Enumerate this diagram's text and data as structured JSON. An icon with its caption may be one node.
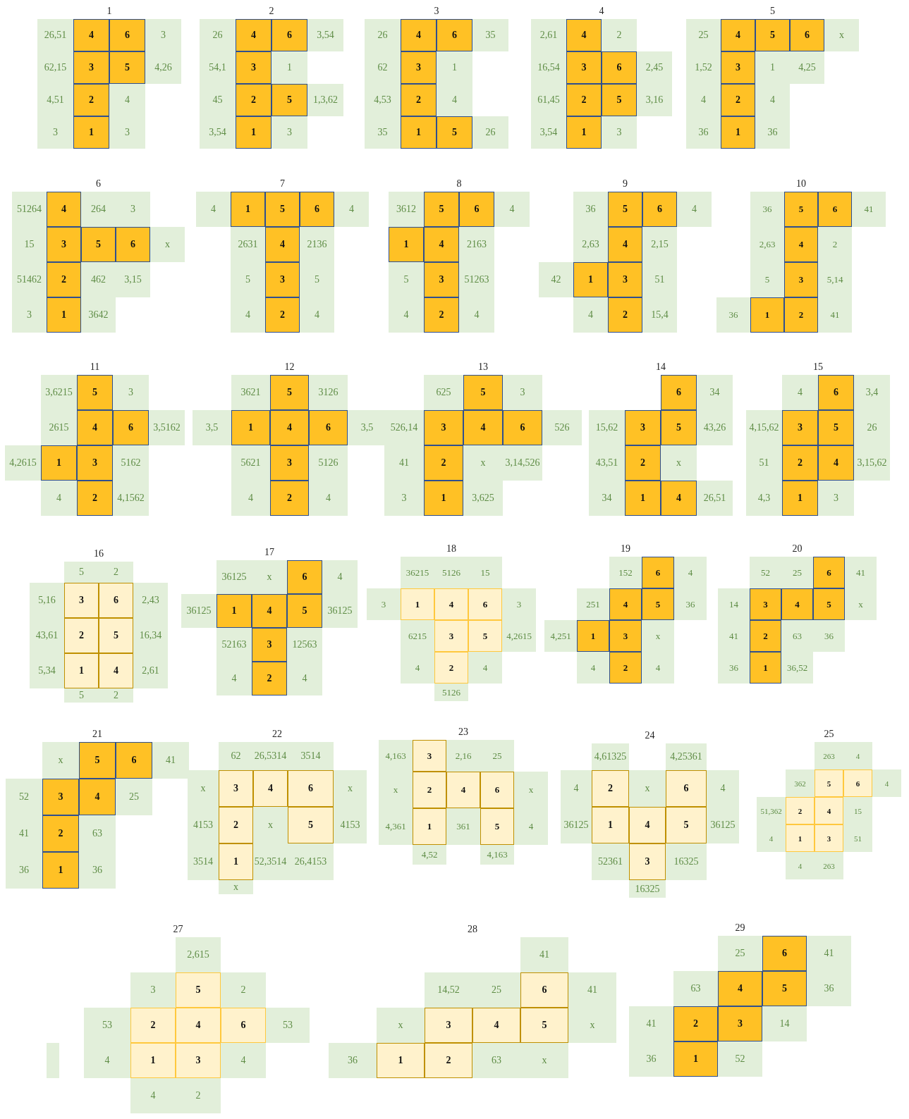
{
  "diagram": {
    "nodes": [
      {
        "text": [
          "26,51"
        ]
      },
      {
        "text": [
          "4"
        ]
      },
      {
        "text": [
          "6"
        ]
      },
      {
        "text": [
          "3"
        ]
      },
      {
        "text": [
          "62,15"
        ]
      },
      {
        "text": [
          "3"
        ]
      },
      {
        "text": [
          "5"
        ]
      },
      {
        "text": [
          "4,26"
        ]
      },
      {
        "text": [
          "4,51"
        ]
      },
      {
        "text": [
          "2"
        ]
      },
      {
        "text": [
          "4"
        ]
      },
      {
        "text": [
          "3"
        ]
      },
      {
        "text": [
          "1"
        ]
      },
      {
        "text": [
          "3"
        ]
      },
      {
        "text": [
          "26"
        ]
      },
      {
        "text": [
          "4"
        ]
      },
      {
        "text": [
          "6"
        ]
      },
      {
        "text": [
          "3,54"
        ]
      },
      {
        "text": [
          "54,1"
        ]
      },
      {
        "text": [
          "3"
        ]
      },
      {
        "text": [
          "1"
        ]
      },
      {
        "text": [
          "45"
        ]
      },
      {
        "text": [
          "2"
        ]
      },
      {
        "text": [
          "5"
        ]
      },
      {
        "text": [
          "1,3,62"
        ]
      },
      {
        "text": [
          "3,54"
        ]
      },
      {
        "text": [
          "1"
        ]
      },
      {
        "text": [
          "3"
        ]
      },
      {
        "text": [
          "26"
        ]
      },
      {
        "text": [
          "4"
        ]
      },
      {
        "text": [
          "6"
        ]
      },
      {
        "text": [
          "35"
        ]
      },
      {
        "text": [
          "62"
        ]
      },
      {
        "text": [
          "3"
        ]
      },
      {
        "text": [
          "1"
        ]
      },
      {
        "text": [
          "4,53"
        ]
      },
      {
        "text": [
          "2"
        ]
      },
      {
        "text": [
          "4"
        ]
      },
      {
        "text": [
          "35"
        ]
      },
      {
        "text": [
          "1"
        ]
      },
      {
        "text": [
          "5"
        ]
      },
      {
        "text": [
          "26"
        ]
      },
      {
        "text": [
          "2,61"
        ]
      },
      {
        "text": [
          "4"
        ]
      },
      {
        "text": [
          "2"
        ]
      },
      {
        "text": [
          "16,54"
        ]
      },
      {
        "text": [
          "3"
        ]
      },
      {
        "text": [
          "6"
        ]
      },
      {
        "text": [
          "2,45"
        ]
      },
      {
        "text": [
          "61,45"
        ]
      },
      {
        "text": [
          "2"
        ]
      },
      {
        "text": [
          "5"
        ]
      },
      {
        "text": [
          "3,16"
        ]
      },
      {
        "text": [
          "3,54"
        ]
      },
      {
        "text": [
          "1"
        ]
      },
      {
        "text": [
          "3"
        ]
      },
      {
        "text": [
          "25"
        ]
      },
      {
        "text": [
          "4"
        ]
      },
      {
        "text": [
          "5"
        ]
      },
      {
        "text": [
          "6"
        ]
      },
      {
        "text": [
          "x"
        ]
      },
      {
        "text": [
          "1,52"
        ]
      },
      {
        "text": [
          "3"
        ]
      },
      {
        "text": [
          "1"
        ]
      },
      {
        "text": [
          "4,25"
        ]
      },
      {
        "text": [
          "4"
        ]
      },
      {
        "text": [
          "2"
        ]
      },
      {
        "text": [
          "4"
        ]
      },
      {
        "text": [
          "36"
        ]
      },
      {
        "text": [
          "1"
        ]
      },
      {
        "text": [
          "36"
        ]
      },
      {
        "text": [
          "51264"
        ]
      },
      {
        "text": [
          "4"
        ]
      },
      {
        "text": [
          "264"
        ]
      },
      {
        "text": [
          "3"
        ]
      },
      {
        "text": [
          "15"
        ]
      },
      {
        "text": [
          "3"
        ]
      },
      {
        "text": [
          "5"
        ]
      },
      {
        "text": [
          "6"
        ]
      },
      {
        "text": [
          "x"
        ]
      },
      {
        "text": [
          "51462"
        ]
      },
      {
        "text": [
          "2"
        ]
      },
      {
        "text": [
          "462"
        ]
      },
      {
        "text": [
          "3,15"
        ]
      },
      {
        "text": [
          "3"
        ]
      },
      {
        "text": [
          "1"
        ]
      },
      {
        "text": [
          "3642"
        ]
      },
      {
        "text": [
          "4"
        ]
      },
      {
        "text": [
          "1"
        ]
      },
      {
        "text": [
          "5"
        ]
      },
      {
        "text": [
          "6"
        ]
      },
      {
        "text": [
          "4"
        ]
      },
      {
        "text": [
          "2631"
        ]
      },
      {
        "text": [
          "4"
        ]
      },
      {
        "text": [
          "2136"
        ]
      },
      {
        "text": [
          "5"
        ]
      },
      {
        "text": [
          "3"
        ]
      },
      {
        "text": [
          "5"
        ]
      },
      {
        "text": [
          "4"
        ]
      },
      {
        "text": [
          "2"
        ]
      },
      {
        "text": [
          "4"
        ]
      },
      {
        "text": [
          "3612"
        ]
      },
      {
        "text": [
          "5"
        ]
      },
      {
        "text": [
          "6"
        ]
      },
      {
        "text": [
          "4"
        ]
      },
      {
        "text": [
          "1"
        ]
      },
      {
        "text": [
          "4"
        ]
      },
      {
        "text": [
          "2163"
        ]
      },
      {
        "text": [
          "5"
        ]
      },
      {
        "text": [
          "3"
        ]
      },
      {
        "text": [
          "51263"
        ]
      },
      {
        "text": [
          "4"
        ]
      },
      {
        "text": [
          "2"
        ]
      },
      {
        "text": [
          "4"
        ]
      },
      {
        "text": [
          "36"
        ]
      },
      {
        "text": [
          "5"
        ]
      },
      {
        "text": [
          "6"
        ]
      },
      {
        "text": [
          "4"
        ]
      },
      {
        "text": [
          "2,63"
        ]
      },
      {
        "text": [
          "4"
        ]
      },
      {
        "text": [
          "2,15"
        ]
      },
      {
        "text": [
          "42"
        ]
      },
      {
        "text": [
          "1"
        ]
      },
      {
        "text": [
          "3"
        ]
      },
      {
        "text": [
          "51"
        ]
      },
      {
        "text": [
          "4"
        ]
      },
      {
        "text": [
          "2"
        ]
      },
      {
        "text": [
          "15,4"
        ]
      },
      {
        "text": [
          "36"
        ]
      },
      {
        "text": [
          "5"
        ]
      },
      {
        "text": [
          "6"
        ]
      },
      {
        "text": [
          "41"
        ]
      },
      {
        "text": [
          "2,63"
        ]
      },
      {
        "text": [
          "4"
        ]
      },
      {
        "text": [
          "2"
        ]
      },
      {
        "text": [
          "5"
        ]
      },
      {
        "text": [
          "3"
        ]
      },
      {
        "text": [
          "5,14"
        ]
      },
      {
        "text": [
          "36"
        ]
      },
      {
        "text": [
          "1"
        ]
      },
      {
        "text": [
          "2"
        ]
      },
      {
        "text": [
          "41"
        ]
      },
      {
        "text": [
          "3,6215"
        ]
      },
      {
        "text": [
          "5"
        ]
      },
      {
        "text": [
          "3"
        ]
      },
      {
        "text": [
          "2615"
        ]
      },
      {
        "text": [
          "4"
        ]
      },
      {
        "text": [
          "6"
        ]
      },
      {
        "text": [
          "3,5162"
        ]
      },
      {
        "text": [
          "4,2615"
        ]
      },
      {
        "text": [
          "1"
        ]
      },
      {
        "text": [
          "3"
        ]
      },
      {
        "text": [
          "5162"
        ]
      },
      {
        "text": [
          "4"
        ]
      },
      {
        "text": [
          "2"
        ]
      },
      {
        "text": [
          "4,1562"
        ]
      },
      {
        "text": [
          "3621"
        ]
      },
      {
        "text": [
          "5"
        ]
      },
      {
        "text": [
          "3126"
        ]
      },
      {
        "text": [
          "3,5"
        ]
      },
      {
        "text": [
          "1"
        ]
      },
      {
        "text": [
          "4"
        ]
      },
      {
        "text": [
          "6"
        ]
      },
      {
        "text": [
          "3,5"
        ]
      },
      {
        "text": [
          "5621"
        ]
      },
      {
        "text": [
          "3"
        ]
      },
      {
        "text": [
          "5126"
        ]
      },
      {
        "text": [
          "4"
        ]
      },
      {
        "text": [
          "2"
        ]
      },
      {
        "text": [
          "4"
        ]
      },
      {
        "text": [
          "625"
        ]
      },
      {
        "text": [
          "5"
        ]
      },
      {
        "text": [
          "3"
        ]
      },
      {
        "text": [
          "526,14"
        ]
      },
      {
        "text": [
          "3"
        ]
      },
      {
        "text": [
          "4"
        ]
      },
      {
        "text": [
          "6"
        ]
      },
      {
        "text": [
          "526"
        ]
      },
      {
        "text": [
          "41"
        ]
      },
      {
        "text": [
          "2"
        ]
      },
      {
        "text": [
          "x"
        ]
      },
      {
        "text": [
          "3,14,526"
        ]
      },
      {
        "text": [
          "3"
        ]
      },
      {
        "text": [
          "1"
        ]
      },
      {
        "text": [
          "3,625"
        ]
      },
      {
        "text": [
          "6"
        ]
      },
      {
        "text": [
          "34"
        ]
      },
      {
        "text": [
          "15,62"
        ]
      },
      {
        "text": [
          "3"
        ]
      },
      {
        "text": [
          "5"
        ]
      },
      {
        "text": [
          "43,26"
        ]
      },
      {
        "text": [
          "43,51"
        ]
      },
      {
        "text": [
          "2"
        ]
      },
      {
        "text": [
          "x"
        ]
      },
      {
        "text": [
          "34"
        ]
      },
      {
        "text": [
          "1"
        ]
      },
      {
        "text": [
          "4"
        ]
      },
      {
        "text": [
          "26,51"
        ]
      },
      {
        "text": [
          "4"
        ]
      },
      {
        "text": [
          "6"
        ]
      },
      {
        "text": [
          "3,4"
        ]
      },
      {
        "text": [
          "4,15,62"
        ]
      },
      {
        "text": [
          "3"
        ]
      },
      {
        "text": [
          "5"
        ]
      },
      {
        "text": [
          "26"
        ]
      },
      {
        "text": [
          "51"
        ]
      },
      {
        "text": [
          "2"
        ]
      },
      {
        "text": [
          "4"
        ]
      },
      {
        "text": [
          "3,15,62"
        ]
      },
      {
        "text": [
          "4,3"
        ]
      },
      {
        "text": [
          "1"
        ]
      },
      {
        "text": [
          "3"
        ]
      },
      {
        "text": [
          "5"
        ]
      },
      {
        "text": [
          "2"
        ]
      },
      {
        "text": [
          "5,16"
        ]
      },
      {
        "text": [
          "3"
        ]
      },
      {
        "text": [
          "6"
        ]
      },
      {
        "text": [
          "2,43"
        ]
      },
      {
        "text": [
          "43,61"
        ]
      },
      {
        "text": [
          "2"
        ]
      },
      {
        "text": [
          "5"
        ]
      },
      {
        "text": [
          "16,34"
        ]
      },
      {
        "text": [
          "5,34"
        ]
      },
      {
        "text": [
          "1"
        ]
      },
      {
        "text": [
          "4"
        ]
      },
      {
        "text": [
          "2,61"
        ]
      },
      {
        "text": [
          "5"
        ]
      },
      {
        "text": [
          "2"
        ]
      },
      {
        "text": [
          "36125"
        ]
      },
      {
        "text": [
          "x"
        ]
      },
      {
        "text": [
          "6"
        ]
      },
      {
        "text": [
          "4"
        ]
      },
      {
        "text": [
          "36125"
        ]
      },
      {
        "text": [
          "1"
        ]
      },
      {
        "text": [
          "4"
        ]
      },
      {
        "text": [
          "5"
        ]
      },
      {
        "text": [
          "36125"
        ]
      },
      {
        "text": [
          "52163"
        ]
      },
      {
        "text": [
          "3"
        ]
      },
      {
        "text": [
          "12563"
        ]
      },
      {
        "text": [
          "4"
        ]
      },
      {
        "text": [
          "2"
        ]
      },
      {
        "text": [
          "4"
        ]
      },
      {
        "text": [
          "36215"
        ]
      },
      {
        "text": [
          "5126"
        ]
      },
      {
        "text": [
          "15"
        ]
      },
      {
        "text": [
          "3"
        ]
      },
      {
        "text": [
          "1"
        ]
      },
      {
        "text": [
          "4"
        ]
      },
      {
        "text": [
          "6"
        ]
      },
      {
        "text": [
          "3"
        ]
      },
      {
        "text": [
          "6215"
        ]
      },
      {
        "text": [
          "3"
        ]
      },
      {
        "text": [
          "5"
        ]
      },
      {
        "text": [
          "4,2615"
        ]
      },
      {
        "text": [
          "4"
        ]
      },
      {
        "text": [
          "2"
        ]
      },
      {
        "text": [
          "4"
        ]
      },
      {
        "text": [
          "5126"
        ]
      },
      {
        "text": [
          "152"
        ]
      },
      {
        "text": [
          "6"
        ]
      },
      {
        "text": [
          "4"
        ]
      },
      {
        "text": [
          "251"
        ]
      },
      {
        "text": [
          "4"
        ]
      },
      {
        "text": [
          "5"
        ]
      },
      {
        "text": [
          "36"
        ]
      },
      {
        "text": [
          "4,251"
        ]
      },
      {
        "text": [
          "1"
        ]
      },
      {
        "text": [
          "3"
        ]
      },
      {
        "text": [
          "x"
        ]
      },
      {
        "text": [
          "4"
        ]
      },
      {
        "text": [
          "2"
        ]
      },
      {
        "text": [
          "4"
        ]
      },
      {
        "text": [
          "52"
        ]
      },
      {
        "text": [
          "25"
        ]
      },
      {
        "text": [
          "6"
        ]
      },
      {
        "text": [
          "41"
        ]
      },
      {
        "text": [
          "14"
        ]
      },
      {
        "text": [
          "3"
        ]
      },
      {
        "text": [
          "4"
        ]
      },
      {
        "text": [
          "5"
        ]
      },
      {
        "text": [
          "x"
        ]
      },
      {
        "text": [
          "41"
        ]
      },
      {
        "text": [
          "2"
        ]
      },
      {
        "text": [
          "63"
        ]
      },
      {
        "text": [
          "36"
        ]
      },
      {
        "text": [
          "36"
        ]
      },
      {
        "text": [
          "1"
        ]
      },
      {
        "text": [
          "36,52"
        ]
      },
      {
        "text": [
          "x"
        ]
      },
      {
        "text": [
          "5"
        ]
      },
      {
        "text": [
          "6"
        ]
      },
      {
        "text": [
          "41"
        ]
      },
      {
        "text": [
          "52"
        ]
      },
      {
        "text": [
          "3"
        ]
      },
      {
        "text": [
          "4"
        ]
      },
      {
        "text": [
          "25"
        ]
      },
      {
        "text": [
          "41"
        ]
      },
      {
        "text": [
          "2"
        ]
      },
      {
        "text": [
          "63"
        ]
      },
      {
        "text": [
          "36"
        ]
      },
      {
        "text": [
          "1"
        ]
      },
      {
        "text": [
          "36"
        ]
      },
      {
        "text": [
          "62"
        ]
      },
      {
        "text": [
          "26,5314"
        ]
      },
      {
        "text": [
          "3514"
        ]
      },
      {
        "text": [
          "x"
        ]
      },
      {
        "text": [
          "3"
        ]
      },
      {
        "text": [
          "4"
        ]
      },
      {
        "text": [
          "6"
        ]
      },
      {
        "text": [
          "x"
        ]
      },
      {
        "text": [
          "4153"
        ]
      },
      {
        "text": [
          "2"
        ]
      },
      {
        "text": [
          "x"
        ]
      },
      {
        "text": [
          "5"
        ]
      },
      {
        "text": [
          "4153"
        ]
      },
      {
        "text": [
          "3514"
        ]
      },
      {
        "text": [
          "1"
        ]
      },
      {
        "text": [
          "52,3514"
        ]
      },
      {
        "text": [
          "26,4153"
        ]
      },
      {
        "text": [
          "x"
        ]
      },
      {
        "text": [
          "4,163"
        ]
      },
      {
        "text": [
          "3"
        ]
      },
      {
        "text": [
          "2,16"
        ]
      },
      {
        "text": [
          "25"
        ]
      },
      {
        "text": [
          "x"
        ]
      },
      {
        "text": [
          "2"
        ]
      },
      {
        "text": [
          "4"
        ]
      },
      {
        "text": [
          "6"
        ]
      },
      {
        "text": [
          "x"
        ]
      },
      {
        "text": [
          "4,361"
        ]
      },
      {
        "text": [
          "1"
        ]
      },
      {
        "text": [
          "361"
        ]
      },
      {
        "text": [
          "5"
        ]
      },
      {
        "text": [
          "4"
        ]
      },
      {
        "text": [
          "4,52"
        ]
      },
      {
        "text": [
          "4,163"
        ]
      },
      {
        "text": [
          "4,61325"
        ]
      },
      {
        "text": [
          "4,25361"
        ]
      },
      {
        "text": [
          "4"
        ]
      },
      {
        "text": [
          "2"
        ]
      },
      {
        "text": [
          "x"
        ]
      },
      {
        "text": [
          "6"
        ]
      },
      {
        "text": [
          "4"
        ]
      },
      {
        "text": [
          "36125"
        ]
      },
      {
        "text": [
          "1"
        ]
      },
      {
        "text": [
          "4"
        ]
      },
      {
        "text": [
          "5"
        ]
      },
      {
        "text": [
          "36125"
        ]
      },
      {
        "text": [
          "52361"
        ]
      },
      {
        "text": [
          "3"
        ]
      },
      {
        "text": [
          "16325"
        ]
      },
      {
        "text": [
          "16325"
        ]
      },
      {
        "text": [
          "263"
        ]
      },
      {
        "text": [
          "4"
        ]
      },
      {
        "text": [
          "362"
        ]
      },
      {
        "text": [
          "5"
        ]
      },
      {
        "text": [
          "6"
        ]
      },
      {
        "text": [
          "4"
        ]
      },
      {
        "text": [
          "51,362"
        ]
      },
      {
        "text": [
          "2"
        ]
      },
      {
        "text": [
          "4"
        ]
      },
      {
        "text": [
          "15"
        ]
      },
      {
        "text": [
          "4"
        ]
      },
      {
        "text": [
          "1"
        ]
      },
      {
        "text": [
          "3"
        ]
      },
      {
        "text": [
          "51"
        ]
      },
      {
        "text": [
          "4"
        ]
      },
      {
        "text": [
          "263"
        ]
      },
      {
        "text": [
          "2,615"
        ]
      },
      {
        "text": [
          "3"
        ]
      },
      {
        "text": [
          "5"
        ]
      },
      {
        "text": [
          "2"
        ]
      },
      {
        "text": [
          "53"
        ]
      },
      {
        "text": [
          "2"
        ]
      },
      {
        "text": [
          "4"
        ]
      },
      {
        "text": [
          "6"
        ]
      },
      {
        "text": [
          "53"
        ]
      },
      {
        "text": [],
        "shape": "box"
      },
      {
        "text": [
          "4"
        ]
      },
      {
        "text": [
          "1"
        ]
      },
      {
        "text": [
          "3"
        ]
      },
      {
        "text": [
          "4"
        ]
      },
      {
        "text": [
          "4"
        ]
      },
      {
        "text": [
          "2"
        ]
      },
      {
        "text": [
          "41"
        ]
      },
      {
        "text": [
          "14,52"
        ]
      },
      {
        "text": [
          "25"
        ]
      },
      {
        "text": [
          "6"
        ]
      },
      {
        "text": [
          "41"
        ]
      },
      {
        "text": [
          "x"
        ]
      },
      {
        "text": [
          "3"
        ]
      },
      {
        "text": [
          "4"
        ]
      },
      {
        "text": [
          "5"
        ]
      },
      {
        "text": [
          "x"
        ]
      },
      {
        "text": [
          "36"
        ]
      },
      {
        "text": [
          "1"
        ]
      },
      {
        "text": [
          "2"
        ]
      },
      {
        "text": [
          "63"
        ]
      },
      {
        "text": [
          "x"
        ]
      },
      {
        "text": [
          "25"
        ]
      },
      {
        "text": [
          "6"
        ]
      },
      {
        "text": [
          "41"
        ]
      },
      {
        "text": [
          "63"
        ]
      },
      {
        "text": [
          "4"
        ]
      },
      {
        "text": [
          "5"
        ]
      },
      {
        "text": [
          "36"
        ]
      },
      {
        "text": [
          "41"
        ]
      },
      {
        "text": [
          "2"
        ]
      },
      {
        "text": [
          "3"
        ]
      },
      {
        "text": [
          "14"
        ]
      },
      {
        "text": [
          "36"
        ]
      },
      {
        "text": [
          "1"
        ]
      },
      {
        "text": [
          "52"
        ]
      }
    ],
    "labels": [
      "1",
      "2",
      "3",
      "4",
      "5",
      "6",
      "7",
      "8",
      "9",
      "10",
      "11",
      "12",
      "13",
      "14",
      "15",
      "16",
      "17",
      "18",
      "19",
      "20",
      "21",
      "22",
      "23",
      "24",
      "25",
      "27",
      "28",
      "29"
    ]
  }
}
